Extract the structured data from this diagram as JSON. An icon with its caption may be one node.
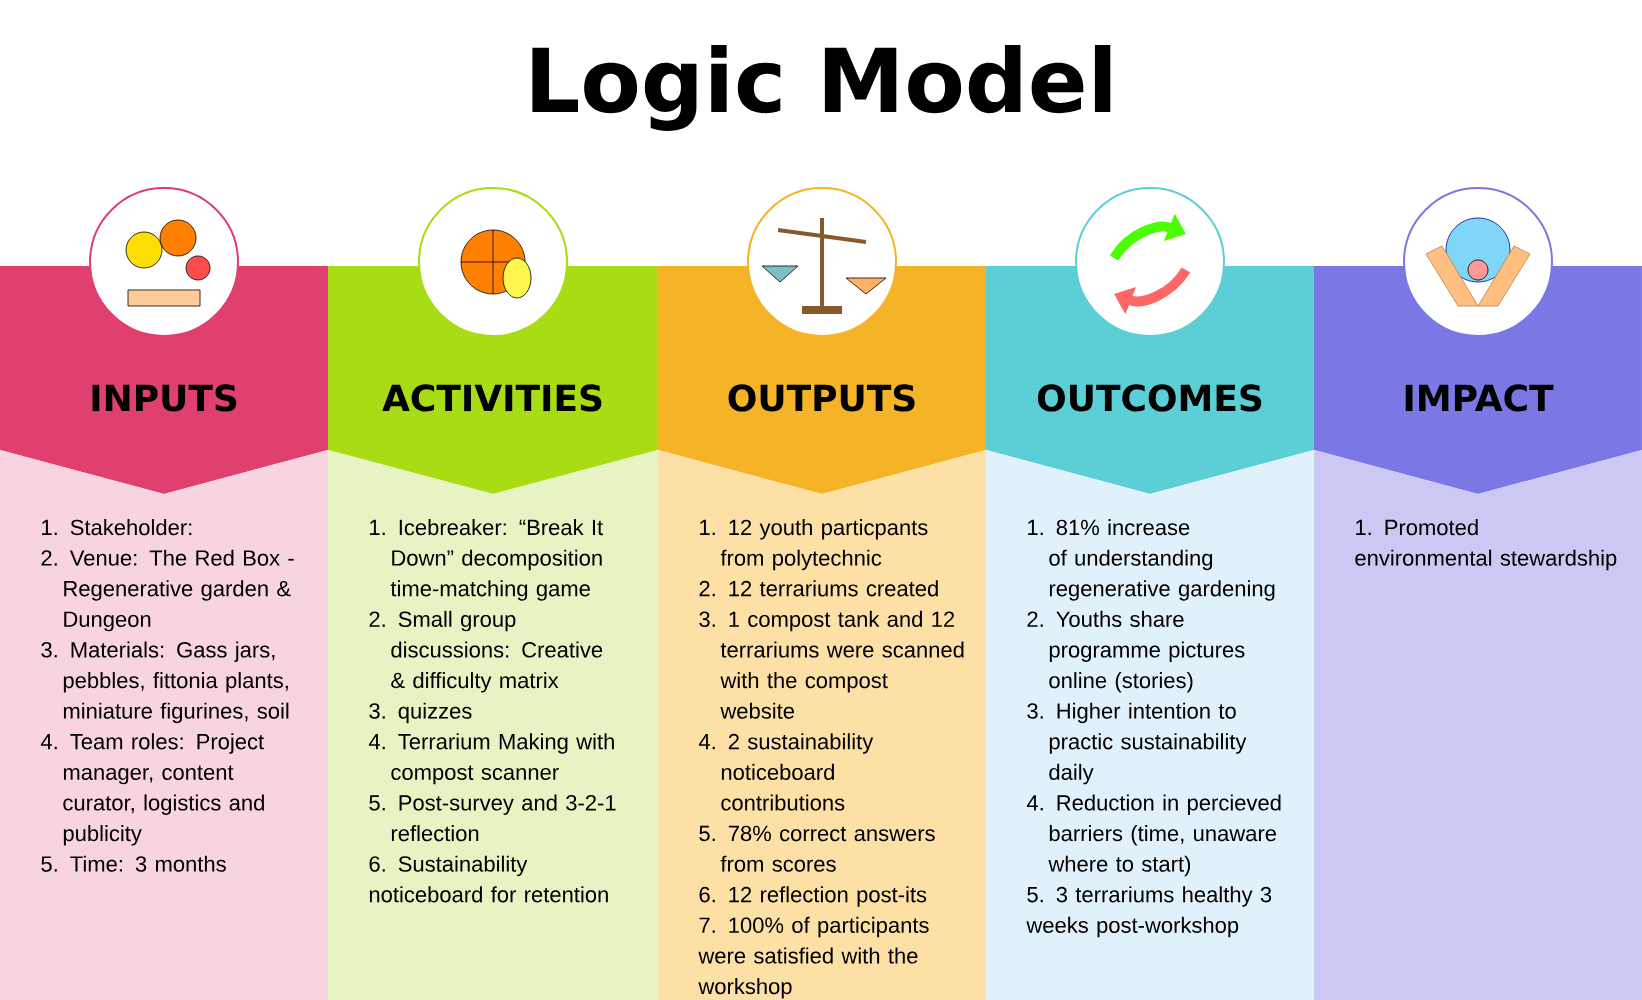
{
  "diagram": {
    "title": "Logic Model",
    "nodes": [
      {
        "text": [
          "INPUTS"
        ]
      },
      {
        "text": [
          "1. Stakeholder:",
          "2. Venue: The Red Box - Regenerative garden & Dungeon",
          "3. Materials: Gass jars, pebbles, fittonia plants, miniature figurines, soil",
          "4. Team roles: Project manager, content curator, logistics and publicity",
          "5. Time: 3 months"
        ]
      },
      {
        "text": [
          "ACTIVITIES"
        ]
      },
      {
        "text": [
          "1. Icebreaker: “Break It Down” decomposition time-matching game",
          "2. Small group discussions: Creative & difficulty matrix",
          "3. quizzes",
          "4. Terrarium Making with compost scanner",
          "5. Post-survey and 3-2-1 reflection",
          "6. Sustainability noticeboard for retention"
        ]
      },
      {
        "text": [
          "OUTPUTS"
        ]
      },
      {
        "text": [
          "1. 12 youth particpants from polytechnic",
          "2. 12 terrariums created",
          "3. 1 compost tank and 12 terrariums were scanned with the compost website",
          "4. 2 sustainability noticeboard contributions",
          "5. 78% correct answers from scores",
          "6. 12 reflection post-its",
          "7. 100% of participants were satisfied with the workshop"
        ]
      },
      {
        "text": [
          "OUTCOMES"
        ]
      },
      {
        "text": [
          "1. 81% increase of understanding regenerative gardening",
          "2. Youths share programme pictures online (stories)",
          "3. Higher intention to practic sustainability daily",
          "4. Reduction in percieved barriers (time, unaware where to start)",
          "5. 3 terrariums healthy 3 weeks post-workshop"
        ]
      },
      {
        "text": [
          "IMPACT"
        ]
      },
      {
        "text": [
          "1. Promoted environmental stewardship"
        ]
      }
    ]
  }
}
